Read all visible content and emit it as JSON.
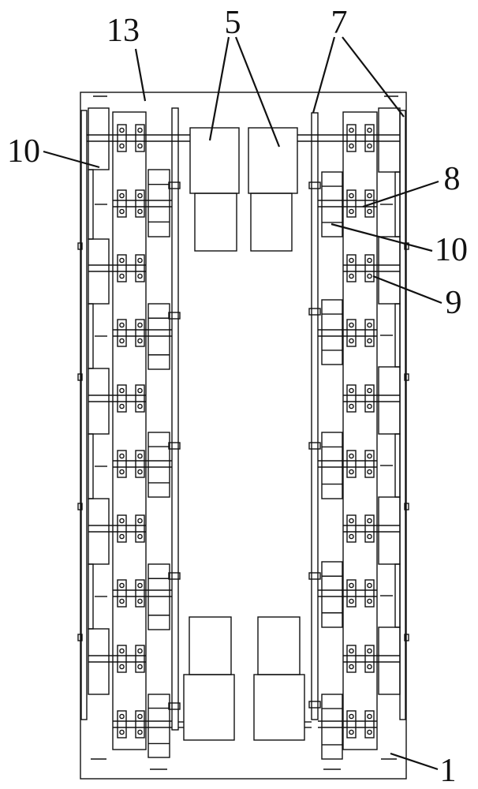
{
  "callouts": {
    "top_left": "13",
    "top_center": "5",
    "top_right": "7",
    "left": "10",
    "right_upper": "8",
    "right_middle": "10",
    "right_lower": "9",
    "bottom_right": "1"
  },
  "colors": {
    "line": "#111111",
    "background": "#ffffff"
  }
}
